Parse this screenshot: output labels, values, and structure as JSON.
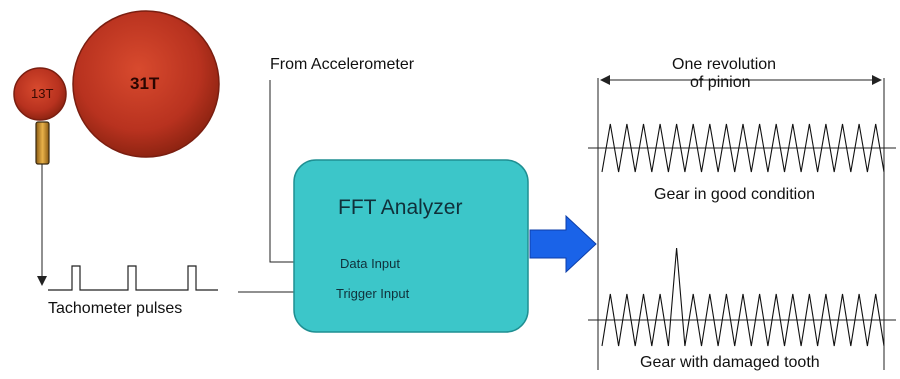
{
  "gears": {
    "pinion_label": "13T",
    "gear_label": "31T"
  },
  "labels": {
    "from_accelerometer": "From Accelerometer",
    "tachometer_pulses": "Tachometer pulses",
    "analyzer_title": "FFT Analyzer",
    "data_input": "Data Input",
    "trigger_input": "Trigger Input",
    "revolution_line1": "One revolution",
    "revolution_line2": "of pinion",
    "good_condition": "Gear in good condition",
    "damaged_tooth": "Gear with damaged tooth"
  },
  "colors": {
    "gear_red": "#b8321f",
    "analyzer_fill": "#3cc6c9",
    "arrow_blue": "#1a63e8"
  }
}
